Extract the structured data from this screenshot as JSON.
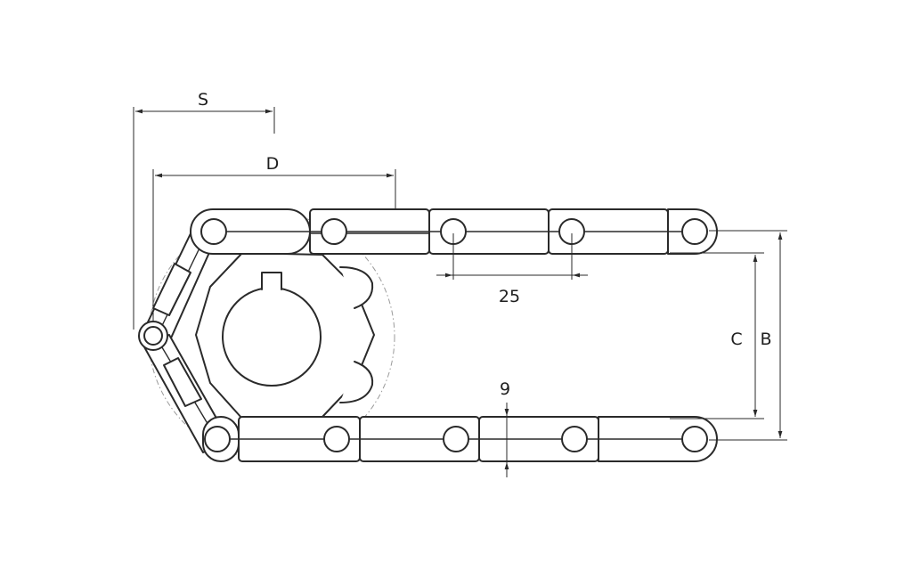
{
  "labels": {
    "s": "S",
    "d": "D",
    "pitch": "25",
    "c": "C",
    "b": "B",
    "thickness": "9"
  },
  "colors": {
    "line": "#2a2a2a",
    "ghost": "#9a9a9a",
    "background": "#ffffff"
  }
}
